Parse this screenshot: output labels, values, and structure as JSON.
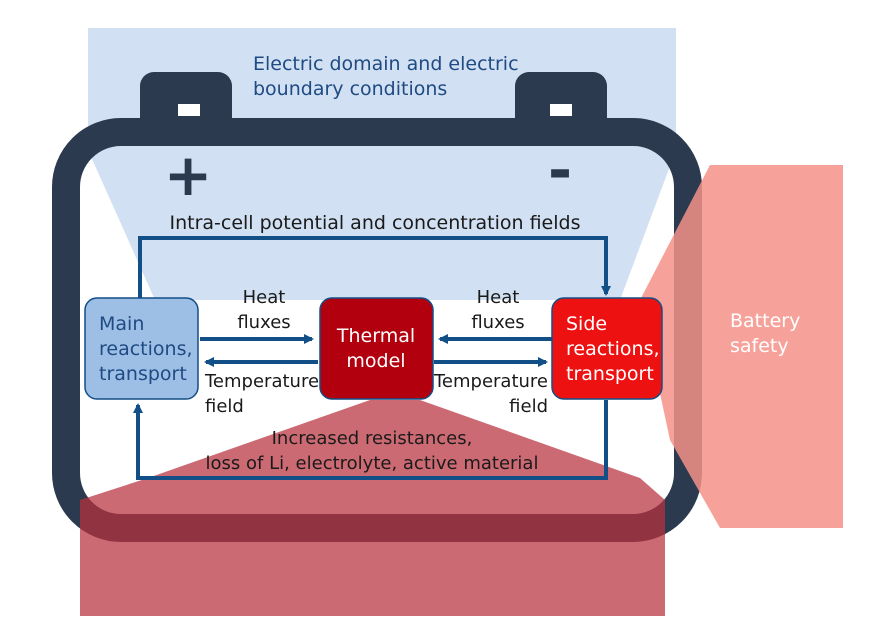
{
  "labels": {
    "electric_domain_line1": "Electric domain and electric",
    "electric_domain_line2": "boundary conditions",
    "plus": "+",
    "minus": "-",
    "intra_cell": "Intra-cell potential and concentration fields",
    "main_line1": "Main",
    "main_line2": "reactions,",
    "main_line3": "transport",
    "thermal_line1": "Thermal",
    "thermal_line2": "model",
    "side_line1": "Side",
    "side_line2": "reactions,",
    "side_line3": "transport",
    "heat_left_line1": "Heat",
    "heat_left_line2": "fluxes",
    "heat_right_line1": "Heat",
    "heat_right_line2": "fluxes",
    "temp_left_line1": "Temperature",
    "temp_left_line2": "field",
    "temp_right_line1": "Temperature",
    "temp_right_line2": "field",
    "increased_line1": "Increased resistances,",
    "increased_line2": "loss of Li, electrolyte, active material",
    "battery_safety_line1": "Battery",
    "battery_safety_line2": "safety"
  },
  "colors": {
    "battery_outline": "#2b3a4e",
    "electric_region": "#c9daf0",
    "safety_region": "#f5928a",
    "degradation_region": "#b8303d",
    "main_box": "#9dbfe6",
    "thermal_box": "#b3000f",
    "side_box": "#ee1111",
    "arrow": "#124f86",
    "text_dark": "#1a1a1a",
    "text_blue": "#1f4a82",
    "text_white": "#ffffff"
  }
}
